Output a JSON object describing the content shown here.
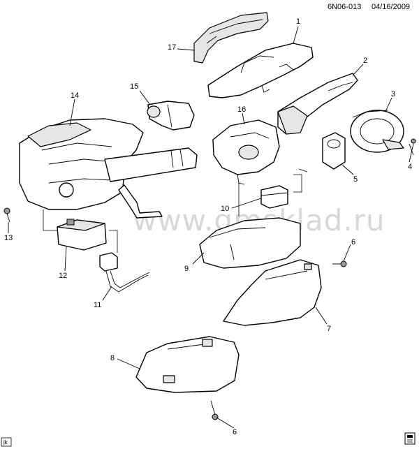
{
  "header": {
    "code": "6N06-013",
    "date": "04/16/2009"
  },
  "watermark": "www.gmsklad.ru",
  "corner_tag": "jk",
  "callouts": [
    "1",
    "2",
    "3",
    "4",
    "5",
    "6",
    "6",
    "7",
    "8",
    "9",
    "10",
    "11",
    "12",
    "13",
    "14",
    "15",
    "16",
    "17"
  ],
  "colors": {
    "ink": "#000000",
    "shade": "#e6e6e6",
    "watermark": "#d8d8d8"
  }
}
